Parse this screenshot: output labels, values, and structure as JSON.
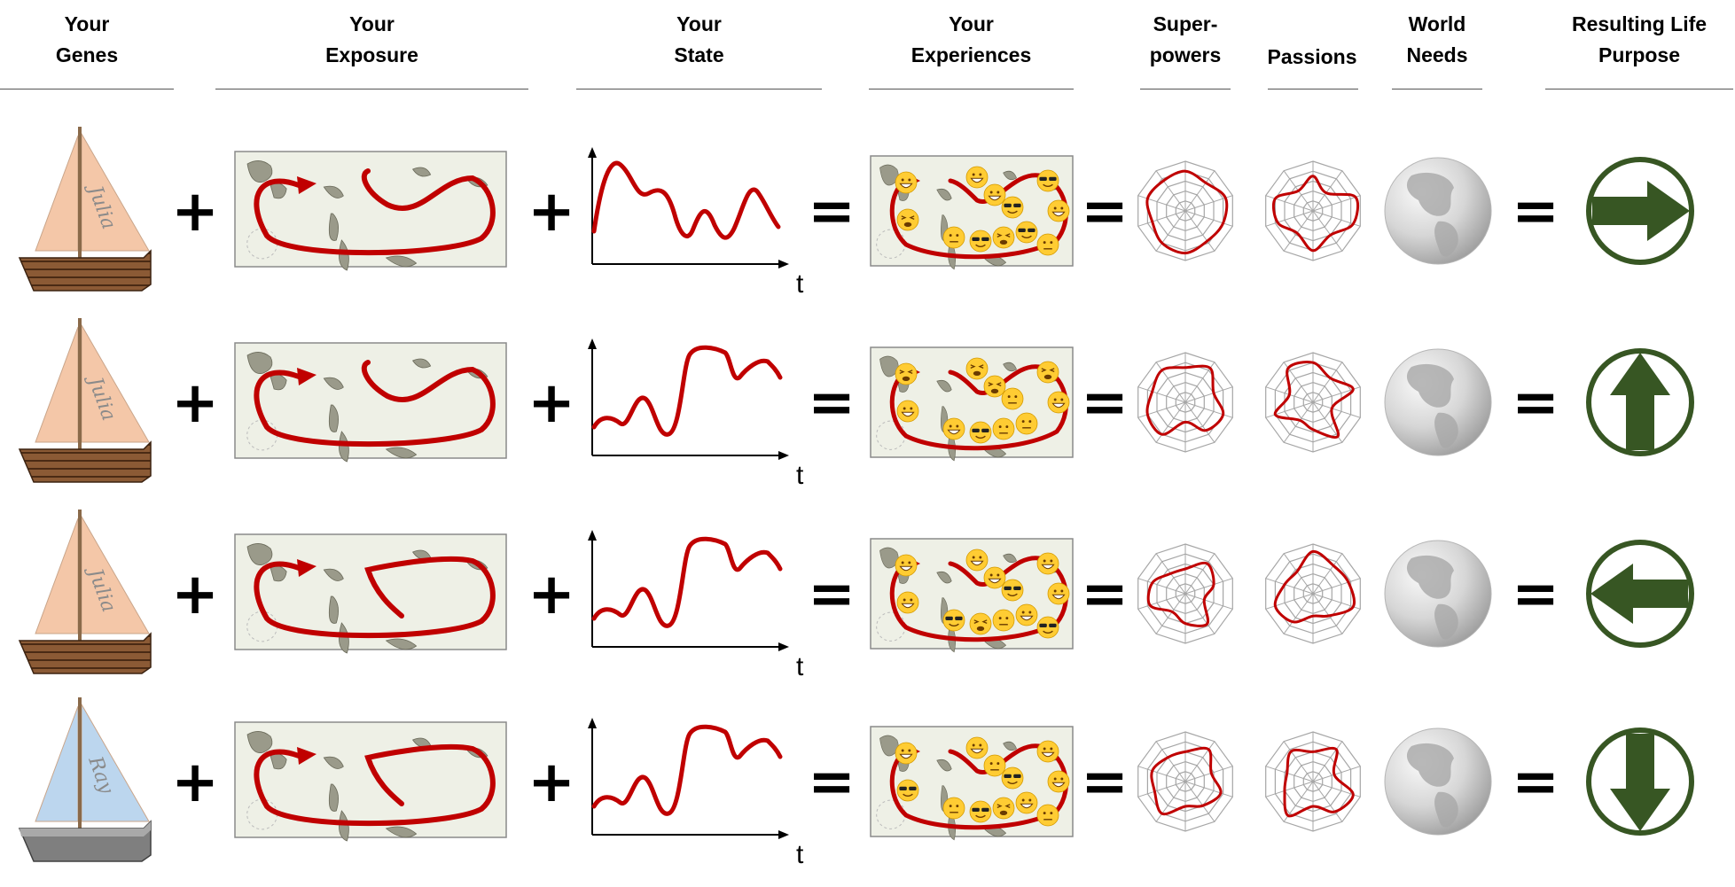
{
  "headers": [
    {
      "lines": [
        "Your",
        "Genes"
      ]
    },
    {
      "lines": [
        "Your",
        "Exposure"
      ]
    },
    {
      "lines": [
        "Your",
        "State"
      ]
    },
    {
      "lines": [
        "Your",
        "Experiences"
      ]
    },
    {
      "lines": [
        "Super-",
        "powers"
      ]
    },
    {
      "lines": [
        "Passions"
      ]
    },
    {
      "lines": [
        "World",
        "Needs"
      ]
    },
    {
      "lines": [
        "Resulting Life",
        "Purpose"
      ]
    }
  ],
  "time_axis_label": "t",
  "operators": {
    "plus": "+",
    "equals": "="
  },
  "colors": {
    "path_red": "#c00000",
    "arrow_green": "#375623",
    "sail_peach": "#f4c7a8",
    "sail_blue": "#bcd6ee",
    "hull_brown": "#7a4a2a",
    "hull_gray": "#7f7f7f",
    "web_gray": "#a6a6a6"
  },
  "rows": [
    {
      "boat": {
        "name": "Julia",
        "sail": "peach",
        "hull": "brown"
      },
      "state_curve": "oscillating",
      "purpose_arrow": "right",
      "experience_emojis": [
        "grin",
        "grin",
        "grin",
        "cool",
        "cool",
        "grin",
        "tired",
        "neutral",
        "cool",
        "tired",
        "cool",
        "neutral"
      ]
    },
    {
      "boat": {
        "name": "Julia",
        "sail": "peach",
        "hull": "brown"
      },
      "state_curve": "rising",
      "purpose_arrow": "up",
      "experience_emojis": [
        "tired",
        "tired",
        "tired",
        "neutral",
        "tired",
        "grin",
        "grin",
        "grin",
        "cool",
        "neutral",
        "neutral"
      ]
    },
    {
      "boat": {
        "name": "Julia",
        "sail": "peach",
        "hull": "brown"
      },
      "state_curve": "rising",
      "purpose_arrow": "left",
      "experience_emojis": [
        "grin",
        "grin",
        "grin",
        "cool",
        "grin",
        "grin",
        "grin",
        "cool",
        "tired",
        "neutral",
        "grin",
        "cool"
      ]
    },
    {
      "boat": {
        "name": "Ray",
        "sail": "blue",
        "hull": "gray"
      },
      "state_curve": "rising",
      "purpose_arrow": "down",
      "experience_emojis": [
        "grin",
        "grin",
        "neutral",
        "cool",
        "grin",
        "grin",
        "cool",
        "neutral",
        "cool",
        "tired",
        "grin",
        "neutral"
      ]
    }
  ]
}
